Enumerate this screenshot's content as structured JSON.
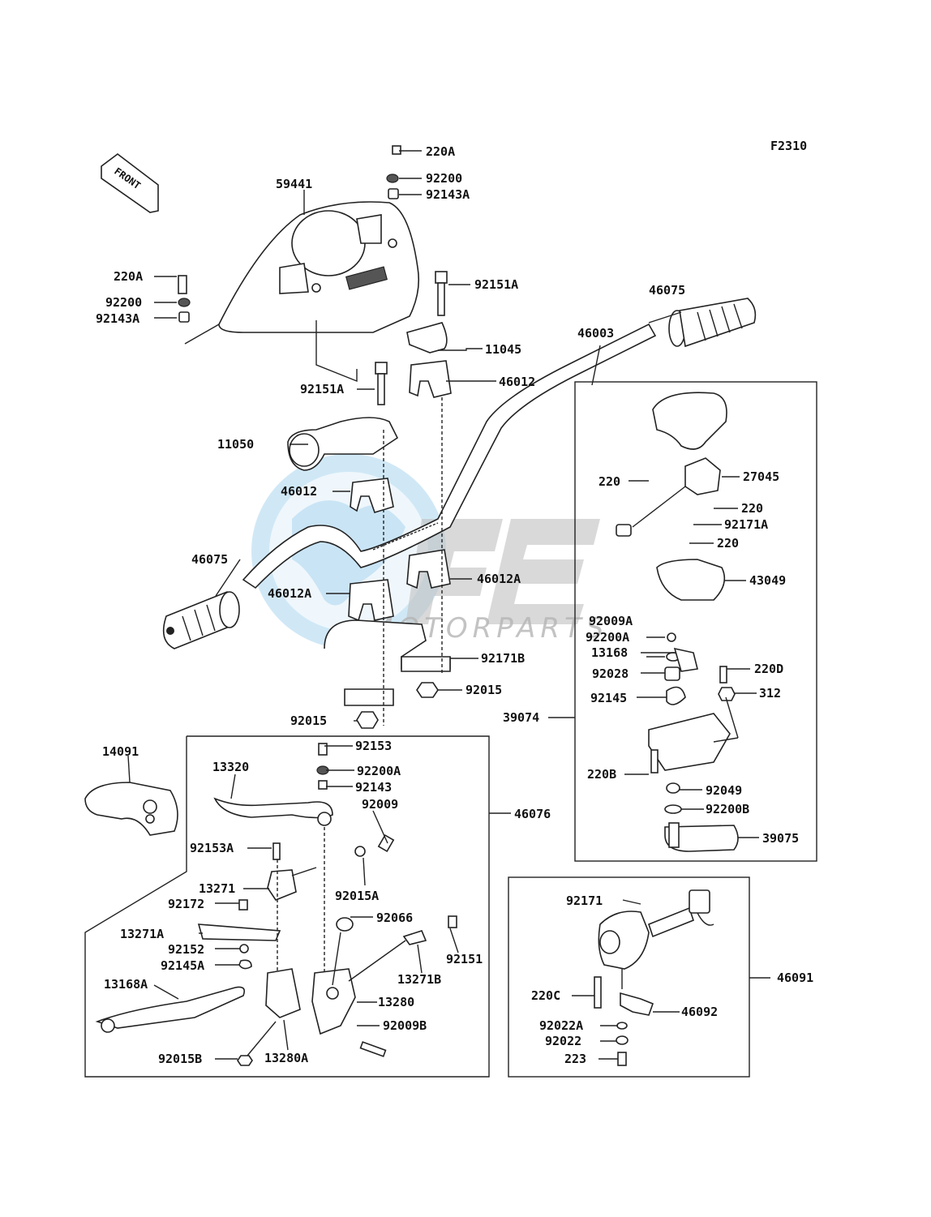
{
  "figure_code": "F2310",
  "direction_arrow": "FRONT",
  "watermark": {
    "brand": "GEM",
    "sub": "MOTORPARTS"
  },
  "parts": {
    "p220A_top": "220A",
    "p92200_top": "92200",
    "p92143A_top": "92143A",
    "p59441": "59441",
    "p220A_l": "220A",
    "p92200_l": "92200",
    "p92143A_l": "92143A",
    "p92151A_r": "92151A",
    "p11045": "11045",
    "p46012_r": "46012",
    "p46075_r": "46075",
    "p46003": "46003",
    "p92151A_l": "92151A",
    "p11050": "11050",
    "p46012_l": "46012",
    "p46075_l": "46075",
    "p46012A_l": "46012A",
    "p46012A_r": "46012A",
    "p92171B": "92171B",
    "p92015_a": "92015",
    "p92015_b": "92015",
    "p220_a": "220",
    "p27045": "27045",
    "p220_b": "220",
    "p92171A": "92171A",
    "p220_c": "220",
    "p43049": "43049",
    "p92009A": "92009A",
    "p92200A_r": "92200A",
    "p13168": "13168",
    "p220D": "220D",
    "p92028": "92028",
    "p312": "312",
    "p92145": "92145",
    "p39074": "39074",
    "p220B": "220B",
    "p92049": "92049",
    "p92200B": "92200B",
    "p39075": "39075",
    "p14091": "14091",
    "p92153": "92153",
    "p13320": "13320",
    "p92200A_c": "92200A",
    "p92143": "92143",
    "p92009": "92009",
    "p46076": "46076",
    "p92153A": "92153A",
    "p92015A": "92015A",
    "p13271": "13271",
    "p92172": "92172",
    "p92066": "92066",
    "p13271A": "13271A",
    "p92151": "92151",
    "p92152": "92152",
    "p92145A": "92145A",
    "p13271B": "13271B",
    "p13168A": "13168A",
    "p13280": "13280",
    "p92009B": "92009B",
    "p92015B": "92015B",
    "p13280A": "13280A",
    "p92171": "92171",
    "p46091": "46091",
    "p220C": "220C",
    "p46092": "46092",
    "p92022A": "92022A",
    "p92022": "92022",
    "p223": "223"
  }
}
